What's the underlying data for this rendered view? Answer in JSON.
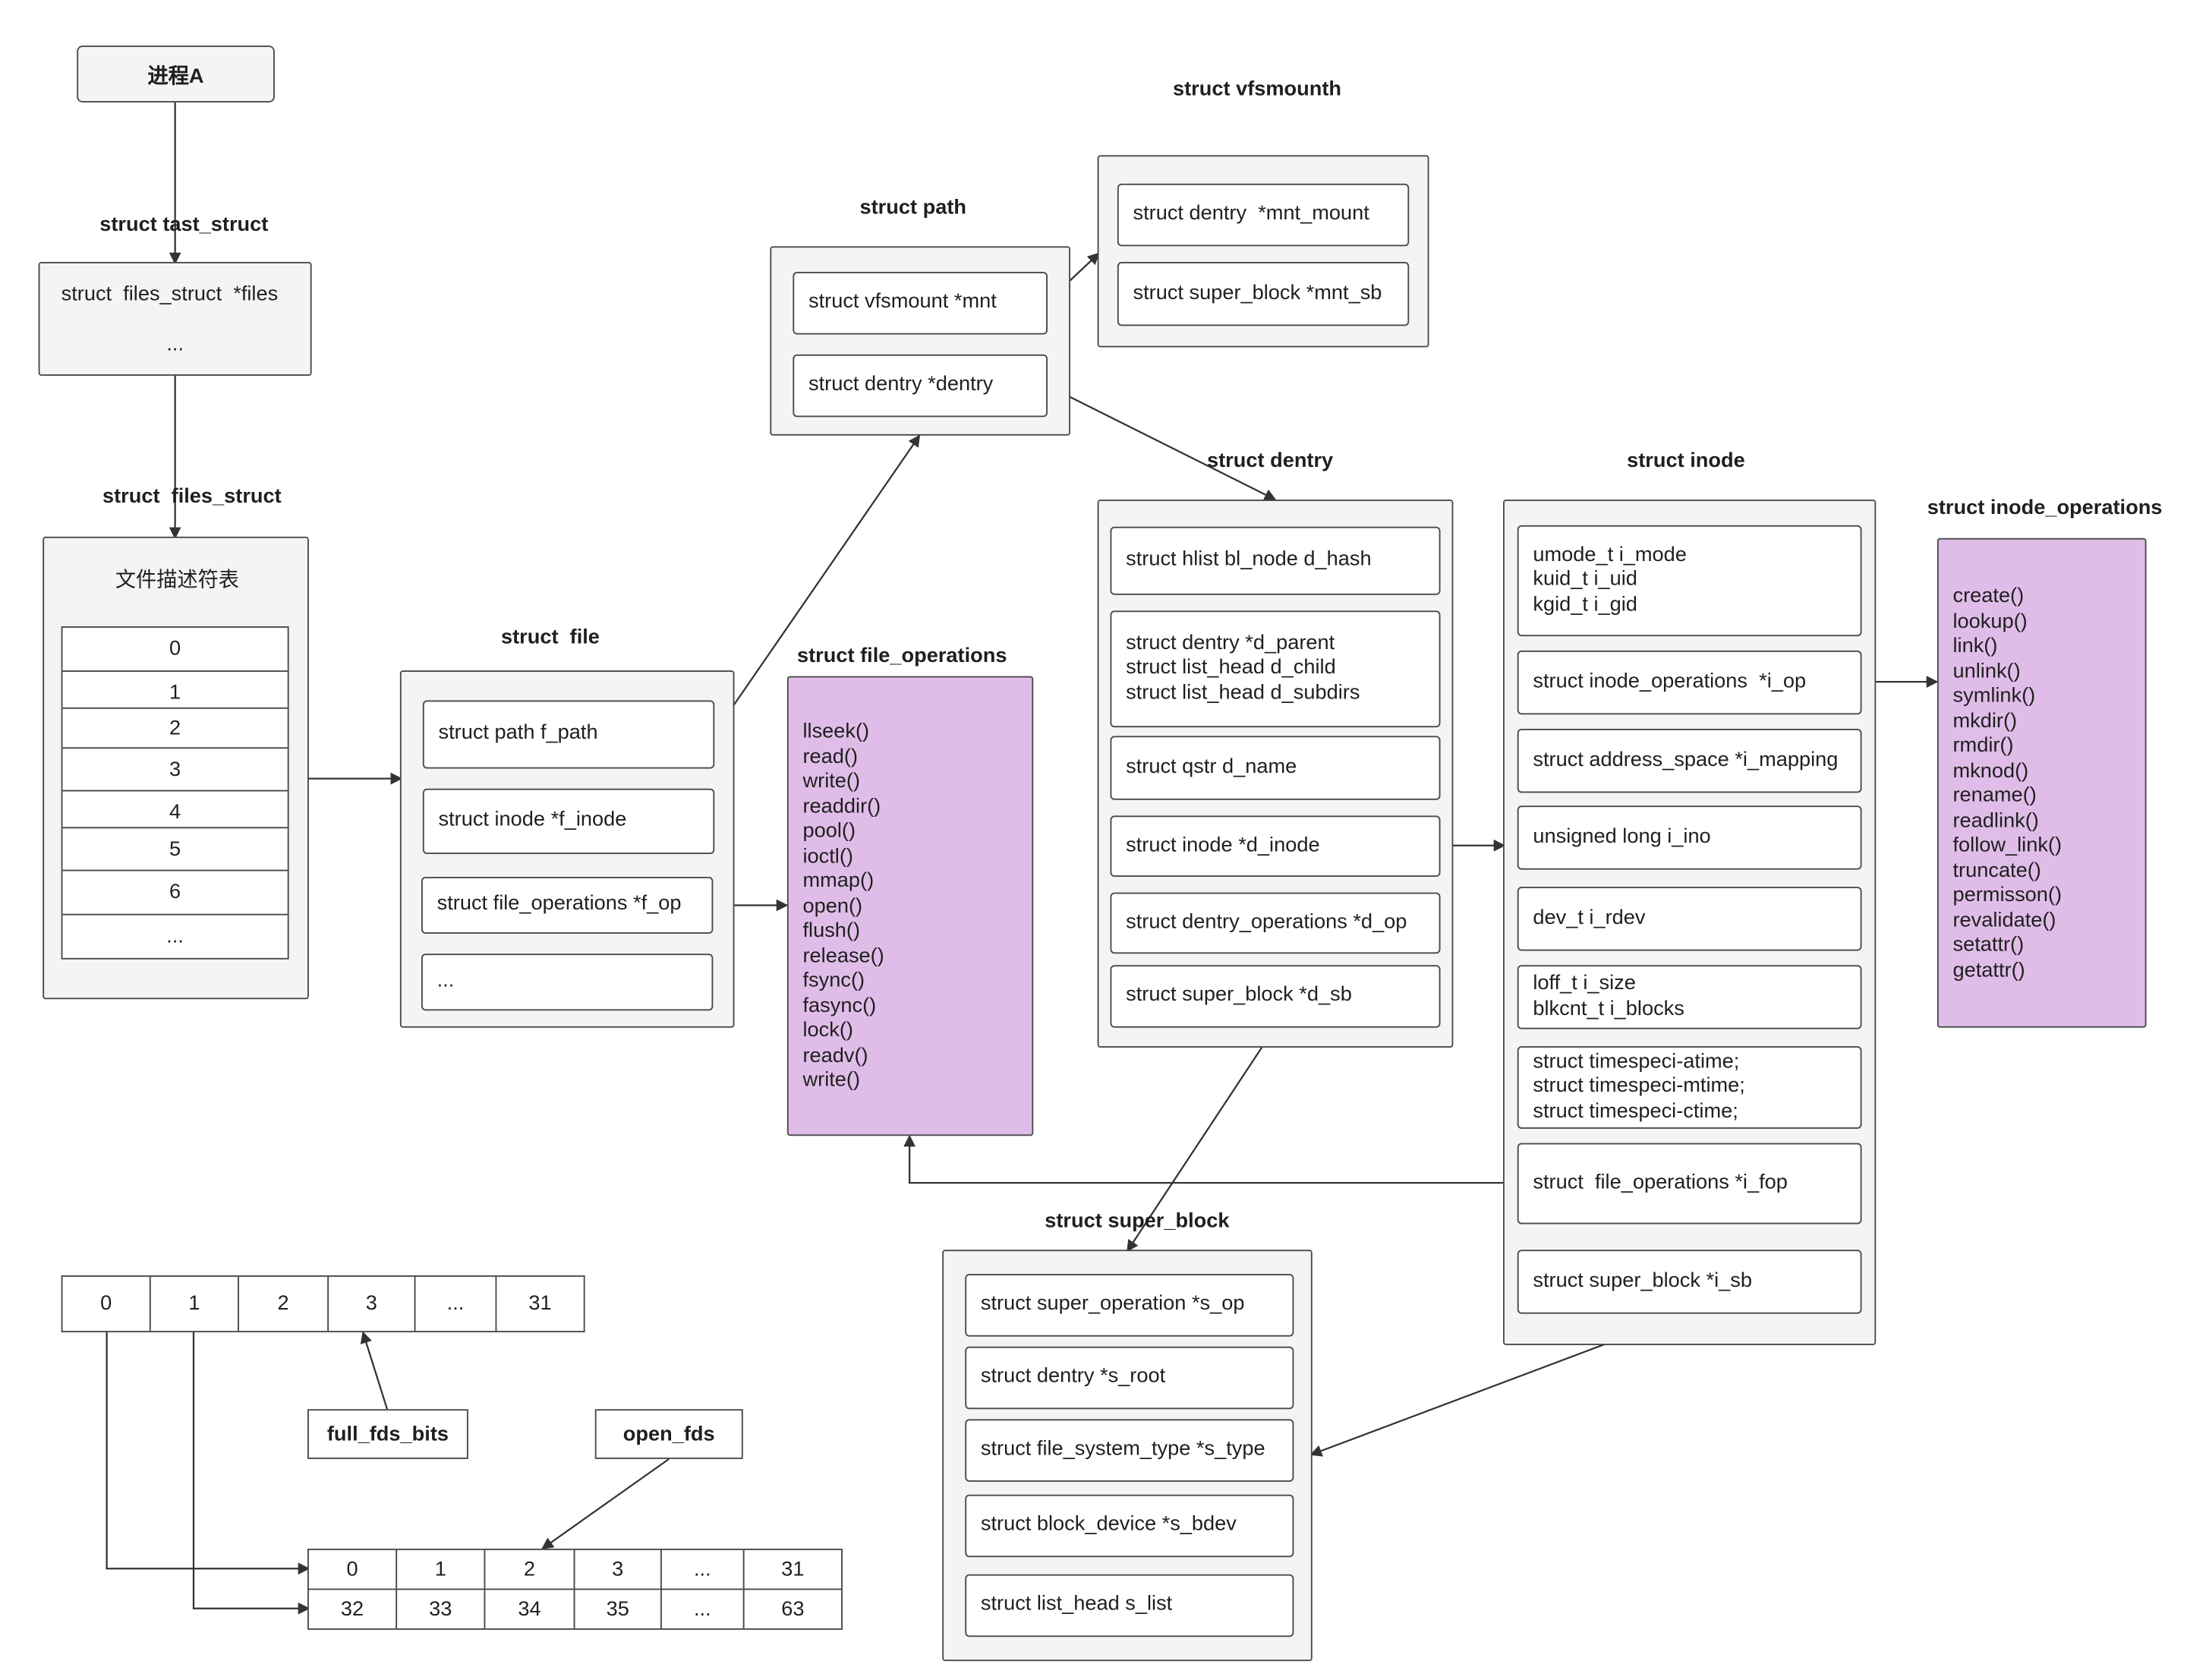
{
  "process": {
    "label": "进程A"
  },
  "task_struct": {
    "title": "struct tast_struct",
    "field_files": "struct  files_struct  *files",
    "field_more": "..."
  },
  "files_struct": {
    "title": "struct  files_struct",
    "table_caption": "文件描述符表",
    "fd_rows": [
      "0",
      "1",
      "2",
      "3",
      "4",
      "5",
      "6",
      "..."
    ]
  },
  "file": {
    "title": "struct  file",
    "fields": [
      "struct path f_path",
      "struct inode *f_inode",
      "struct file_operations *f_op",
      "..."
    ]
  },
  "path": {
    "title": "struct path",
    "fields": [
      "struct vfsmount *mnt",
      "struct dentry *dentry"
    ]
  },
  "vfsmount": {
    "title": "struct vfsmounth",
    "fields": [
      "struct dentry  *mnt_mount",
      "struct super_block *mnt_sb"
    ]
  },
  "file_operations": {
    "title": "struct file_operations",
    "methods": "llseek()\nread()\nwrite()\nreaddir()\npool()\nioctl()\nmmap()\nopen()\nflush()\nrelease()\nfsync()\nfasync()\nlock()\nreadv()\nwrite()"
  },
  "dentry": {
    "title": "struct dentry",
    "fields": [
      "struct hlist bl_node d_hash",
      "struct dentry *d_parent\nstruct list_head d_child\nstruct list_head d_subdirs",
      "struct qstr d_name",
      "struct inode *d_inode",
      "struct dentry_operations *d_op",
      "struct super_block *d_sb"
    ]
  },
  "inode": {
    "title": "struct inode",
    "fields": [
      "umode_t i_mode\nkuid_t i_uid\nkgid_t i_gid",
      "struct inode_operations  *i_op",
      "struct address_space *i_mapping",
      "unsigned long i_ino",
      "dev_t i_rdev",
      "loff_t i_size\nblkcnt_t i_blocks",
      "struct timespeci-atime;\nstruct timespeci-mtime;\nstruct timespeci-ctime;",
      "struct  file_operations *i_fop",
      "struct super_block *i_sb"
    ]
  },
  "inode_operations": {
    "title": "struct inode_operations",
    "methods": "create()\nlookup()\nlink()\nunlink()\nsymlink()\nmkdir()\nrmdir()\nmknod()\nrename()\nreadlink()\nfollow_link()\ntruncate()\npermisson()\nrevalidate()\nsetattr()\ngetattr()"
  },
  "super_block": {
    "title": "struct super_block",
    "fields": [
      "struct super_operation *s_op",
      "struct dentry *s_root",
      "struct file_system_type *s_type",
      "struct block_device *s_bdev",
      "struct list_head s_list"
    ]
  },
  "bitmap_top": [
    "0",
    "1",
    "2",
    "3",
    "...",
    "31"
  ],
  "full_fds_bits": "full_fds_bits",
  "open_fds": "open_fds",
  "bitmap_bottom": {
    "row1": [
      "0",
      "1",
      "2",
      "3",
      "...",
      "31"
    ],
    "row2": [
      "32",
      "33",
      "34",
      "35",
      "...",
      "63"
    ]
  },
  "colors": {
    "purple_fill": "#e0bde8",
    "box_fill": "#f4f4f4",
    "line": "#333333"
  }
}
